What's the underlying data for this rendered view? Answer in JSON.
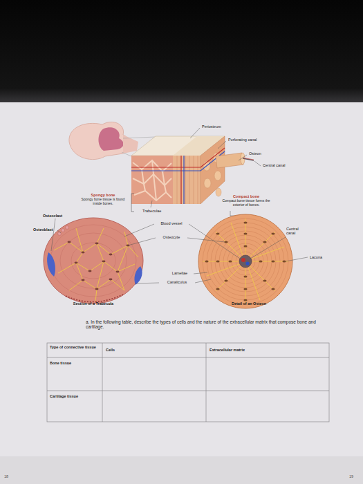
{
  "diagram": {
    "labels": [
      "Periosteum",
      "Perforating canal",
      "Osteon",
      "Central canal",
      "Spongy bone",
      "Spongy bone tissue is found inside bones.",
      "Trabeculae",
      "Compact bone",
      "Compact bone tissue forms the exterior of bones.",
      "Osteoclast",
      "Osteoblast",
      "Blood vessel",
      "Central canal",
      "Osteocyte",
      "Lacuna",
      "Lamellae",
      "Canaliculus",
      "Section of a Trabecula",
      "Detail of an Osteon",
      "a. In the following table, describe the types of cells and the nature of the extracellular matrix that compose bone and cartilage.",
      "Type of connective tissue",
      "Cells",
      "Extracellular matrix",
      "Bone tissue",
      "Cartilage tissue",
      "18",
      "19"
    ]
  }
}
